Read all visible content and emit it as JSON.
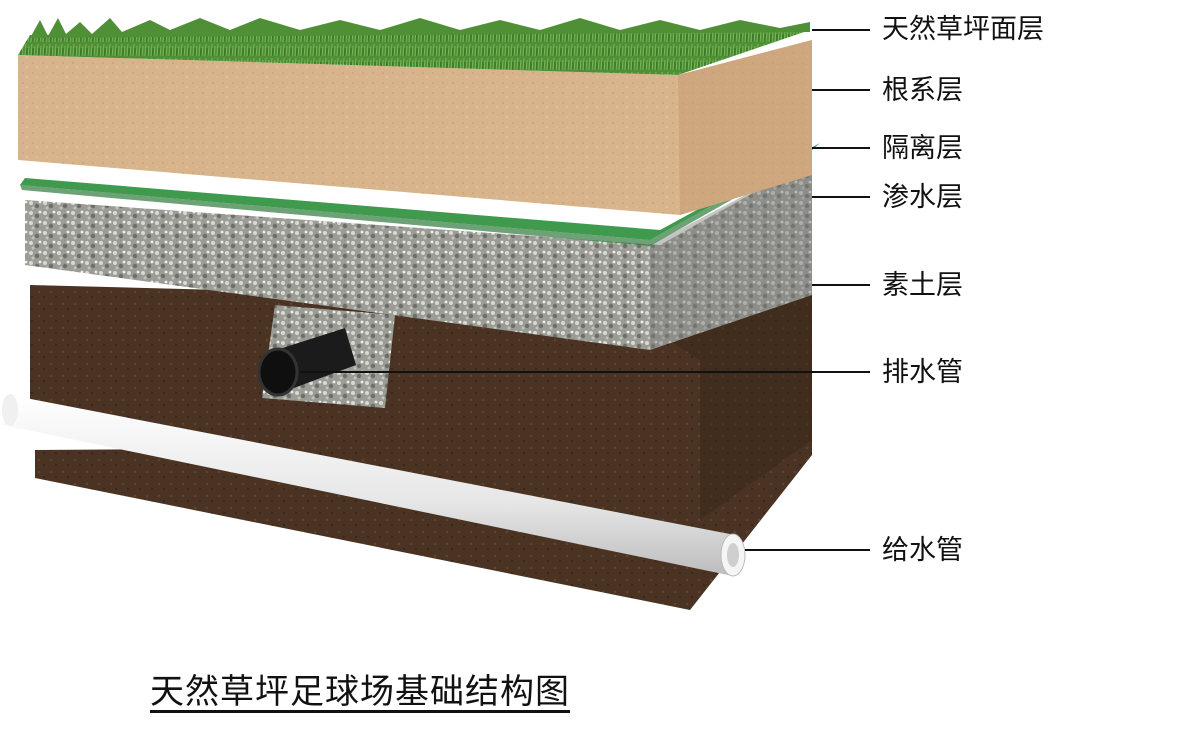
{
  "labels": {
    "turf": "天然草坪面层",
    "root": "根系层",
    "isolation": "隔离层",
    "seepage": "渗水层",
    "soil": "素土层",
    "drain_pipe": "排水管",
    "water_pipe": "给水管"
  },
  "caption": "天然草坪足球场基础结构图",
  "colors": {
    "grass": "#4f8f36",
    "root_layer": "#d8b48c",
    "isolation_layer": "#3f9a4e",
    "gravel": "#a9a9a4",
    "soil": "#4a3323",
    "drain_pipe": "#161616",
    "water_pipe": "#ececec"
  }
}
